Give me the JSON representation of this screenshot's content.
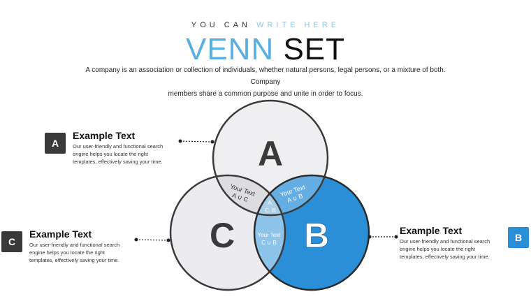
{
  "header": {
    "subtitle_plain": "YOU CAN",
    "subtitle_accent": "WRITE HERE",
    "title_part1": "VENN",
    "title_part2": "SET",
    "description_line1": "A company is an association or collection of individuals, whether natural persons, legal persons, or a mixture of both. Company",
    "description_line2": "members share a common purpose and unite in order to focus."
  },
  "venn": {
    "set_a": "A",
    "set_b": "B",
    "set_c": "C",
    "intersections": {
      "ac_text": "Your Text",
      "ac_formula": "A ∪ C",
      "ab_text": "Your Text",
      "ab_formula": "A ∪ B",
      "cb_text": "Your Text",
      "cb_formula": "C ∪ B",
      "center_line1": "A,",
      "center_line2": "C, B"
    },
    "colors": {
      "light_fill": "#ededf0",
      "blue_fill": "#2b8fd8",
      "stroke": "#3a3a3a"
    }
  },
  "items": [
    {
      "badge": "A",
      "title": "Example Text",
      "lines": [
        "Our user-friendly and functional search",
        "engine helps you locate the right",
        "templates, effectively saving your time."
      ]
    },
    {
      "badge": "C",
      "title": "Example Text",
      "lines": [
        "Our user-friendly and functional search",
        "engine helps you locate the right",
        "templates, effectively saving your time."
      ]
    },
    {
      "badge": "B",
      "title": "Example Text",
      "lines": [
        "Our user-friendly and functional search",
        "engine helps you locate the right",
        "templates, effectively saving your time."
      ]
    }
  ]
}
